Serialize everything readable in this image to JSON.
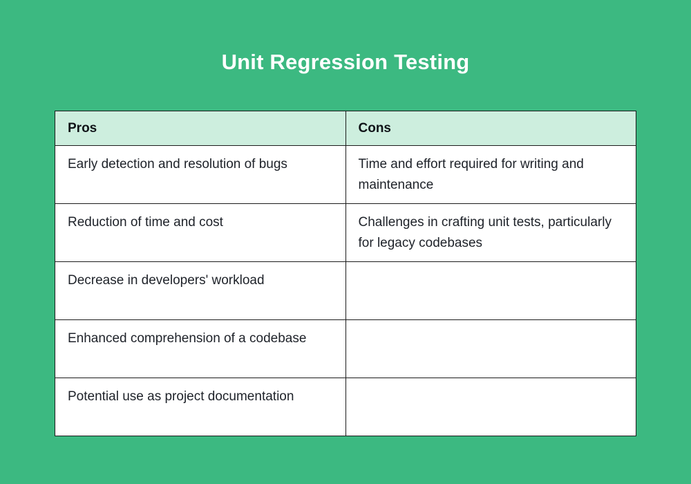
{
  "title": "Unit Regression Testing",
  "colors": {
    "background": "#3CB981",
    "header_bg": "#CDEEDE",
    "cell_bg": "#FFFFFF",
    "border": "#1B1B1B",
    "title_color": "#FFFFFF",
    "text_color": "#1E2229"
  },
  "table": {
    "headers": [
      "Pros",
      "Cons"
    ],
    "rows": [
      [
        "Early detection and resolution of bugs",
        "Time and effort required for writing and maintenance"
      ],
      [
        "Reduction of time and cost",
        "Challenges in crafting unit tests, particularly for legacy codebases"
      ],
      [
        "Decrease in developers' workload",
        ""
      ],
      [
        "Enhanced comprehension of a codebase",
        ""
      ],
      [
        "Potential use as project documentation",
        ""
      ]
    ]
  }
}
